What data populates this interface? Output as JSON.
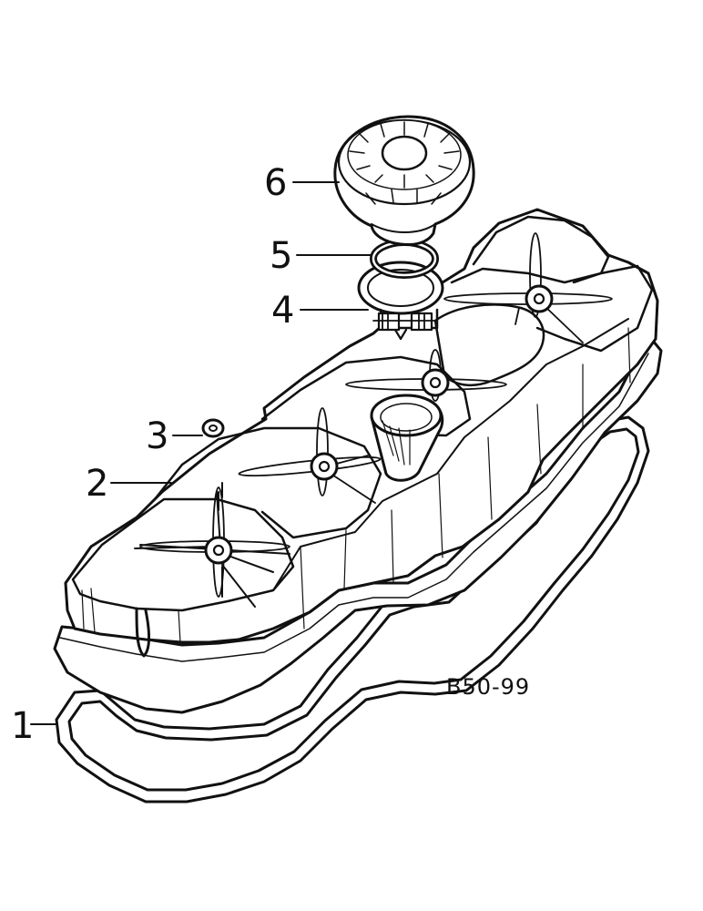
{
  "figure": {
    "reference_code": "B50-99",
    "callouts": [
      {
        "number": "1",
        "part": "gasket"
      },
      {
        "number": "2",
        "part": "valve-cover"
      },
      {
        "number": "3",
        "part": "washer"
      },
      {
        "number": "4",
        "part": "clamp"
      },
      {
        "number": "5",
        "part": "o-ring"
      },
      {
        "number": "6",
        "part": "breather-cap"
      }
    ]
  }
}
